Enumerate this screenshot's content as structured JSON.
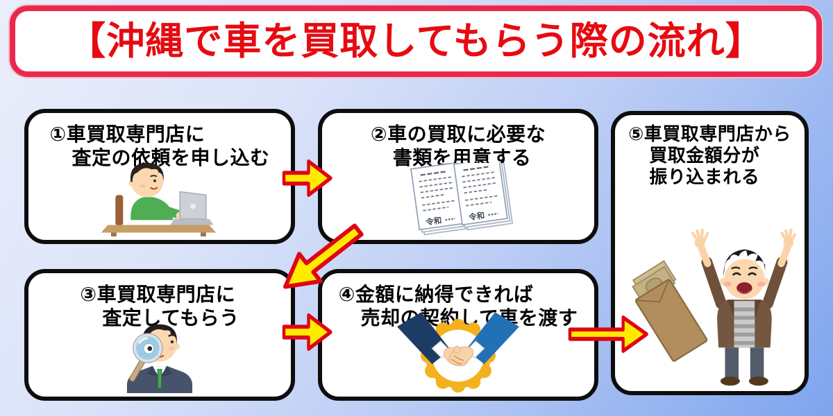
{
  "title": "【沖縄で車を買取してもらう際の流れ】",
  "steps": [
    {
      "number": "①",
      "lines": [
        "車買取専門店に",
        "査定の依頼を申し込む"
      ],
      "illustration": "man-applying-on-laptop"
    },
    {
      "number": "②",
      "lines": [
        "車の買取に必要な",
        "書類を用意する"
      ],
      "illustration": "required-documents"
    },
    {
      "number": "③",
      "lines": [
        "車買取専門店に",
        "査定してもらう"
      ],
      "illustration": "appraiser-with-magnifying-glass"
    },
    {
      "number": "④",
      "lines": [
        "金額に納得できれば",
        "売却の契約して車を渡す"
      ],
      "illustration": "handshake-agreement"
    },
    {
      "number": "⑤",
      "lines": [
        "車買取専門店から",
        "買取金額分が",
        "振り込まれる"
      ],
      "illustration": "happy-man-money-envelope"
    }
  ],
  "document_label": "令和",
  "flow": [
    "step1-to-step2",
    "step2-to-step3",
    "step3-to-step4",
    "step4-to-step5"
  ],
  "colors": {
    "background_top_left": "#eaeefb",
    "background_bottom_right": "#7ea4ee",
    "title_text": "#e60b12",
    "title_border": "#e9284e",
    "box_border": "#0d0d0d",
    "box_fill": "#ffffff",
    "arrow_fill": "#ffeb00",
    "arrow_outline": "#df0615",
    "step_text": "#000000"
  }
}
